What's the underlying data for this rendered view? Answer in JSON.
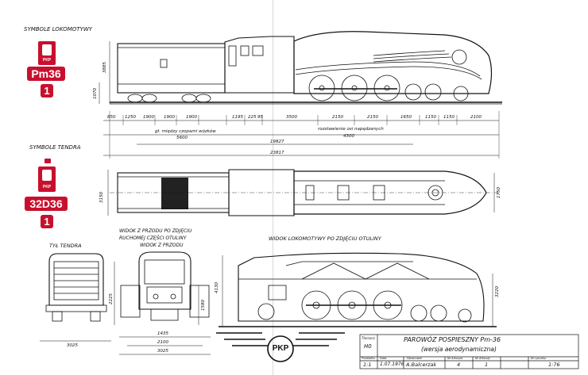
{
  "symbols": {
    "loco_heading": "SYMBOLE LOKOMOTYWY",
    "tender_heading": "SYMBOLE TENDRA",
    "loco_badge_text": "PKP",
    "loco_code": "Pm36",
    "loco_number": "1",
    "tender_badge_text": "PKP",
    "tender_code": "32D36",
    "tender_number": "1"
  },
  "views": {
    "rear_tender": "TYŁ TENDRA",
    "front_closed_1": "WIDOK Z PRZODU PO ZDJĘCIU",
    "front_closed_2": "RUCHOMEJ CZĘŚCI OTULINY",
    "front_view": "WIDOK Z PRZODU",
    "side_uncovered": "WIDOK LOKOMOTYWY PO ZDJĘCIU OTULINY"
  },
  "dimensions": {
    "row1": [
      "850",
      "1250",
      "1900",
      "1900",
      "1900",
      "1195",
      "225",
      "95",
      "3500",
      "2150",
      "2150",
      "1650",
      "1150",
      "1150",
      "2100"
    ],
    "tank_note": "gł. między czopami wózków",
    "tank_value": "5600",
    "wheelbase_note": "rozstawienie osi napędzanych",
    "wheelbase_value": "4300",
    "total_1": "19827",
    "total_2": "23817",
    "height_side": "3885",
    "height_side_2": "1070",
    "width_top": "3150",
    "width_top_2": "1750",
    "front_h": "2225",
    "front_h2": "1580",
    "front_w1": "1435",
    "front_w2": "2100",
    "front_w3": "3025",
    "rear_w": "3025",
    "side_h": "4130",
    "side_h2": "3220"
  },
  "logo_text": "PKP",
  "title_block": {
    "col_headers": [
      "Tłumacz",
      "Data",
      "Opracował",
      "Nr Arkusza",
      "Nr Arkuszy",
      "Nr rysunku"
    ],
    "title_1": "PAROWÓZ POSPIESZNY Pm-36",
    "title_2": "(wersja aerodynamiczna)",
    "ho": "H0",
    "row_labels": [
      "Podziałka",
      "Data",
      "Opracował",
      "Nr Arkusza",
      "Nr Arkuszy",
      "Nr rysunku"
    ],
    "values": [
      "1:1",
      "1.07.1976",
      "A.Balcerzak",
      "4",
      "1",
      "1:76"
    ]
  },
  "colors": {
    "badge_red": "#c8102e",
    "ink": "#111111"
  }
}
